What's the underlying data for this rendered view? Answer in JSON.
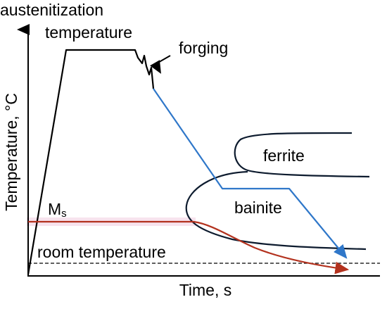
{
  "labels": {
    "austenitization_line1": "austenitization",
    "austenitization_line2": "temperature",
    "forging": "forging",
    "ferrite": "ferrite",
    "bainite": "bainite",
    "ms_main": "M",
    "ms_sub": "s",
    "room_temperature": "room temperature",
    "y_axis": "Temperature, °C",
    "x_axis": "Time, s"
  },
  "colors": {
    "axis": "#000000",
    "process_path": "#000000",
    "cooling_path": "#2f77c9",
    "ms_line": "#b3321e",
    "ms_band": "#f7e3ee",
    "transformation_curves": "#0d1b2e"
  }
}
